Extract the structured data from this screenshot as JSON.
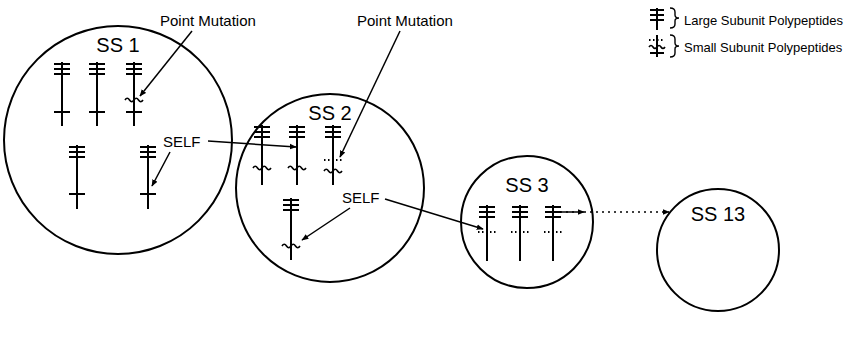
{
  "diagram": {
    "nodes": [
      {
        "text": [
          "SS 1"
        ]
      },
      {
        "text": [
          "SS 2"
        ]
      },
      {
        "text": [
          "SS 3"
        ]
      },
      {
        "text": [
          "SS 13"
        ]
      }
    ],
    "edges": [
      {
        "from": 0,
        "to": 1,
        "arrow": "to"
      },
      {
        "from": 1,
        "to": 2,
        "arrow": "to"
      },
      {
        "from": 2,
        "to": 3,
        "arrow": "to"
      }
    ],
    "labels": [
      "Point Mutation",
      "SELF",
      "Point Mutation",
      "SELF"
    ],
    "legend": [
      {
        "text": "Large Subunit Polypeptides"
      },
      {
        "text": "Small Subunit Polypeptides"
      }
    ]
  }
}
